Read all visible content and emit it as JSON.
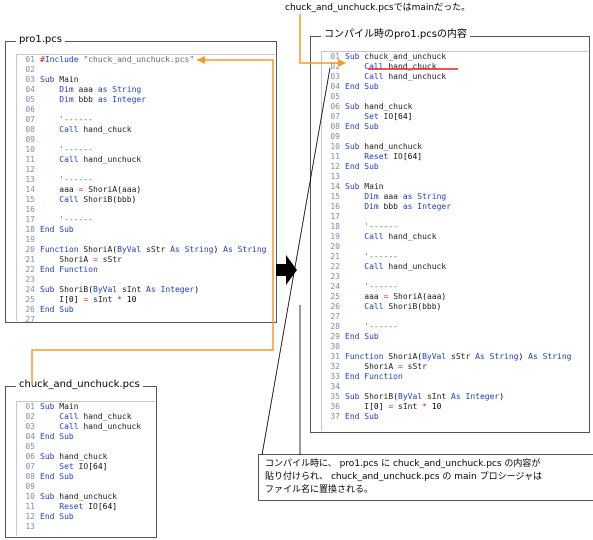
{
  "top_note": "chuck_and_unchuck.pcsではmainだった。",
  "callout_lines": [
    "コンパイル時に、 pro1.pcs に chuck_and_unchuck.pcs の内容が",
    "貼り付けられ、 chuck_and_unchuck.pcs の main プロシージャは",
    "ファイル名に置換される。"
  ],
  "panels": {
    "pro1": {
      "title": "pro1.pcs",
      "lines": [
        {
          "n": "01",
          "t": "#Include \"chuck_and_unchuck.pcs\""
        },
        {
          "n": "02",
          "t": ""
        },
        {
          "n": "03",
          "t": "Sub Main"
        },
        {
          "n": "04",
          "t": "    Dim aaa as String"
        },
        {
          "n": "05",
          "t": "    Dim bbb as Integer"
        },
        {
          "n": "06",
          "t": ""
        },
        {
          "n": "07",
          "t": "    '------"
        },
        {
          "n": "08",
          "t": "    Call hand_chuck"
        },
        {
          "n": "09",
          "t": ""
        },
        {
          "n": "10",
          "t": "    '------"
        },
        {
          "n": "11",
          "t": "    Call hand_unchuck"
        },
        {
          "n": "12",
          "t": ""
        },
        {
          "n": "13",
          "t": "    '------"
        },
        {
          "n": "14",
          "t": "    aaa = ShoriA(aaa)"
        },
        {
          "n": "15",
          "t": "    Call ShoriB(bbb)"
        },
        {
          "n": "16",
          "t": ""
        },
        {
          "n": "17",
          "t": "    '------"
        },
        {
          "n": "18",
          "t": "End Sub"
        },
        {
          "n": "19",
          "t": ""
        },
        {
          "n": "20",
          "t": "Function ShoriA(ByVal sStr As String) As String"
        },
        {
          "n": "21",
          "t": "    ShoriA = sStr"
        },
        {
          "n": "22",
          "t": "End Function"
        },
        {
          "n": "23",
          "t": ""
        },
        {
          "n": "24",
          "t": "Sub ShoriB(ByVal sInt As Integer)"
        },
        {
          "n": "25",
          "t": "    I[0] = sInt * 10"
        },
        {
          "n": "26",
          "t": "End Sub"
        },
        {
          "n": "27",
          "t": ""
        }
      ]
    },
    "chuck": {
      "title": "chuck_and_unchuck.pcs",
      "lines": [
        {
          "n": "01",
          "t": "Sub Main"
        },
        {
          "n": "02",
          "t": "    Call hand_chuck"
        },
        {
          "n": "03",
          "t": "    Call hand_unchuck"
        },
        {
          "n": "04",
          "t": "End Sub"
        },
        {
          "n": "05",
          "t": ""
        },
        {
          "n": "06",
          "t": "Sub hand_chuck"
        },
        {
          "n": "07",
          "t": "    Set IO[64]"
        },
        {
          "n": "08",
          "t": "End Sub"
        },
        {
          "n": "09",
          "t": ""
        },
        {
          "n": "10",
          "t": "Sub hand_unchuck"
        },
        {
          "n": "11",
          "t": "    Reset IO[64]"
        },
        {
          "n": "12",
          "t": "End Sub"
        },
        {
          "n": "13",
          "t": ""
        }
      ]
    },
    "compiled": {
      "title": "コンパイル時のpro1.pcsの内容",
      "lines": [
        {
          "n": "01",
          "t": "Sub chuck_and_unchuck"
        },
        {
          "n": "02",
          "t": "    Call hand_chuck"
        },
        {
          "n": "03",
          "t": "    Call hand_unchuck"
        },
        {
          "n": "04",
          "t": "End Sub"
        },
        {
          "n": "05",
          "t": ""
        },
        {
          "n": "06",
          "t": "Sub hand_chuck"
        },
        {
          "n": "07",
          "t": "    Set IO[64]"
        },
        {
          "n": "08",
          "t": "End Sub"
        },
        {
          "n": "09",
          "t": ""
        },
        {
          "n": "10",
          "t": "Sub hand_unchuck"
        },
        {
          "n": "11",
          "t": "    Reset IO[64]"
        },
        {
          "n": "12",
          "t": "End Sub"
        },
        {
          "n": "13",
          "t": ""
        },
        {
          "n": "14",
          "t": "Sub Main"
        },
        {
          "n": "15",
          "t": "    Dim aaa as String"
        },
        {
          "n": "16",
          "t": "    Dim bbb as Integer"
        },
        {
          "n": "17",
          "t": ""
        },
        {
          "n": "18",
          "t": "    '------"
        },
        {
          "n": "19",
          "t": "    Call hand_chuck"
        },
        {
          "n": "20",
          "t": ""
        },
        {
          "n": "21",
          "t": "    '------"
        },
        {
          "n": "22",
          "t": "    Call hand_unchuck"
        },
        {
          "n": "23",
          "t": ""
        },
        {
          "n": "24",
          "t": "    '------"
        },
        {
          "n": "25",
          "t": "    aaa = ShoriA(aaa)"
        },
        {
          "n": "26",
          "t": "    Call ShoriB(bbb)"
        },
        {
          "n": "27",
          "t": ""
        },
        {
          "n": "28",
          "t": "    '------"
        },
        {
          "n": "29",
          "t": "End Sub"
        },
        {
          "n": "30",
          "t": ""
        },
        {
          "n": "31",
          "t": "Function ShoriA(ByVal sStr As String) As String"
        },
        {
          "n": "32",
          "t": "    ShoriA = sStr"
        },
        {
          "n": "33",
          "t": "End Function"
        },
        {
          "n": "34",
          "t": ""
        },
        {
          "n": "35",
          "t": "Sub ShoriB(ByVal sInt As Integer)"
        },
        {
          "n": "36",
          "t": "    I[0] = sInt * 10"
        },
        {
          "n": "37",
          "t": "End Sub"
        }
      ]
    }
  },
  "colors": {
    "keyword": "#1f3fc7",
    "comment": "#2d8d2d",
    "string": "#666666",
    "operator": "#e02020",
    "arrow_orange": "#f59a23",
    "highlight_red": "#e02020",
    "line_number": "#7f8fa6"
  }
}
